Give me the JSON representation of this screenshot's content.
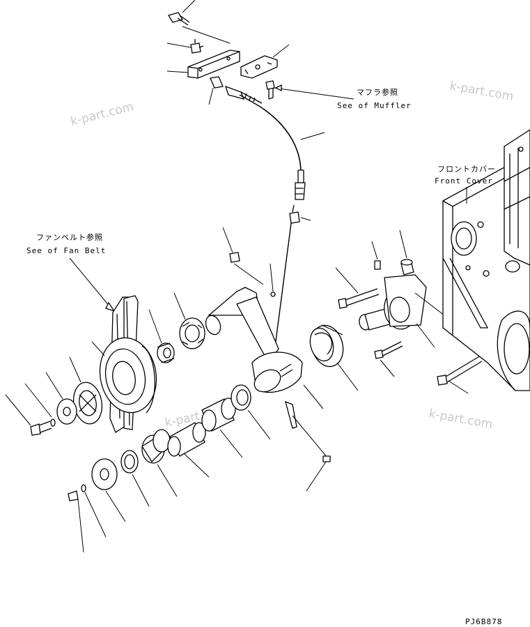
{
  "labels": {
    "muffler_jp": "マフラ参照",
    "muffler_en": "See of Muffler",
    "front_cover_jp": "フロントカバー",
    "front_cover_en": "Front Cover",
    "fan_belt_jp": "ファンベルト参照",
    "fan_belt_en": "See of Fan Belt",
    "drawing_code": "PJ6B878"
  },
  "watermarks": [
    "k-part.com",
    "k-part.com",
    "k-part.com",
    "k-part.com"
  ]
}
